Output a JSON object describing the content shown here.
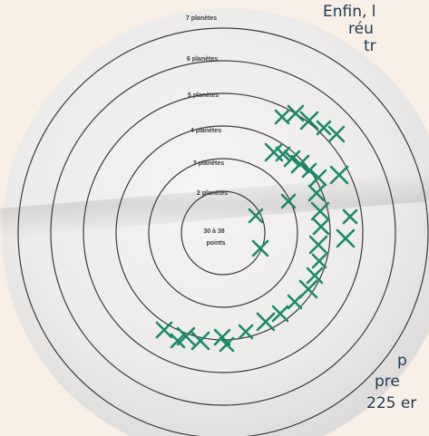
{
  "ring_labels": [
    "7 planètes",
    "6 planètes",
    "5 planètes",
    "4 planètes",
    "3 planètes",
    "2 planètes"
  ],
  "center_label": [
    "30 à 38",
    "points"
  ],
  "side_text": [
    "Enfin, l",
    "réu",
    "tr",
    "p",
    "pre",
    "225 er"
  ],
  "colors": {
    "marker": "#1a8a6a",
    "ink": "#3a3a3a",
    "background": "#f8efe6",
    "text": "#1f3b52"
  }
}
